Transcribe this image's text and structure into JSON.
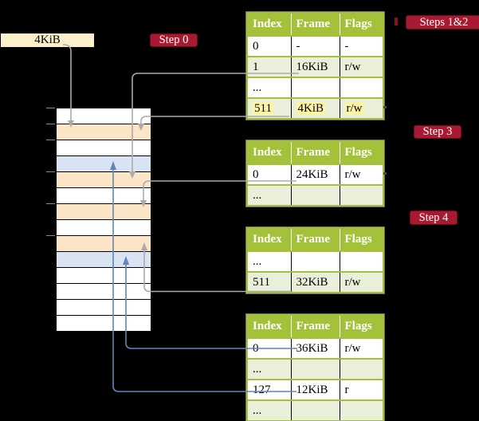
{
  "colors": {
    "header_green": "#a3c139",
    "border_green": "#a3c139",
    "row_green": "#e9efd8",
    "hl_yellow": "#fcf6a4",
    "frame_peach": "#fce5c6",
    "frame_blue": "#d8e4f3",
    "label_cream": "#fcf0ca",
    "badge_crimson": "#a81a31",
    "connector_gray": "#ababab",
    "connector_blue": "#6285b8"
  },
  "frame_label": {
    "text": "4KiB"
  },
  "badges": {
    "step0": "Step 0",
    "steps12": "Steps 1&2",
    "step3": "Step 3",
    "step4": "Step 4"
  },
  "memory": {
    "rows": [
      "white",
      "peach",
      "white",
      "blue",
      "peach",
      "white",
      "peach",
      "white",
      "peach",
      "blue",
      "white",
      "white",
      "white",
      "white"
    ],
    "tick_rows": [
      0,
      1,
      2,
      4,
      6,
      8
    ]
  },
  "tables": [
    {
      "name": "steps-1-2-table",
      "columns": [
        "Index",
        "Frame",
        "Flags"
      ],
      "rows": [
        [
          "0",
          "-",
          "-"
        ],
        [
          "1",
          "16KiB",
          "r/w"
        ],
        [
          "...",
          "",
          ""
        ],
        [
          "511",
          "4KiB",
          "r/w"
        ]
      ],
      "highlight_row": 3
    },
    {
      "name": "step-3-table",
      "columns": [
        "Index",
        "Frame",
        "Flags"
      ],
      "rows": [
        [
          "0",
          "24KiB",
          "r/w"
        ],
        [
          "...",
          "",
          ""
        ]
      ],
      "highlight_row": null
    },
    {
      "name": "step-4-table",
      "columns": [
        "Index",
        "Frame",
        "Flags"
      ],
      "rows": [
        [
          "...",
          "",
          ""
        ],
        [
          "511",
          "32KiB",
          "r/w"
        ]
      ],
      "highlight_row": null
    },
    {
      "name": "final-level-table",
      "columns": [
        "Index",
        "Frame",
        "Flags"
      ],
      "rows": [
        [
          "0",
          "36KiB",
          "r/w"
        ],
        [
          "...",
          "",
          ""
        ],
        [
          "127",
          "12KiB",
          "r"
        ],
        [
          "...",
          "",
          ""
        ]
      ],
      "highlight_row": null
    }
  ]
}
